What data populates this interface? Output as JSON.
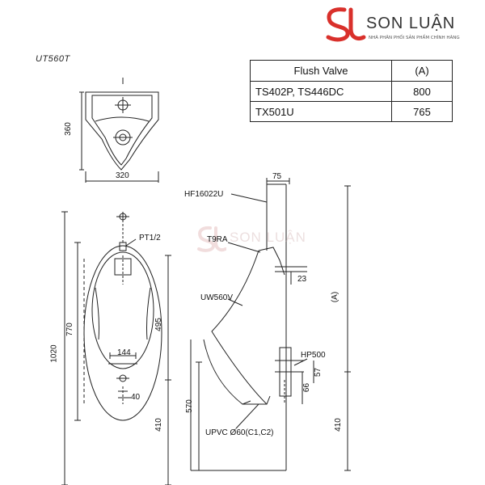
{
  "logo": {
    "brand": "SON LUẬN",
    "tagline": "NHÀ PHÂN PHỐI SẢN PHẨM CHÍNH HÃNG",
    "accent_color": "#d9302b"
  },
  "model_code": "UT560T",
  "flush_table": {
    "headers": [
      "Flush Valve",
      "(A)"
    ],
    "rows": [
      {
        "valve": "TS402P, TS446DC",
        "a": "800"
      },
      {
        "valve": "TX501U",
        "a": "765"
      }
    ]
  },
  "watermark": {
    "brand": "SON LUẬN"
  },
  "dimensions": {
    "top_height": "360",
    "top_width": "320",
    "front_770": "770",
    "front_1020": "1020",
    "front_495": "495",
    "front_144": "144",
    "front_40": "40",
    "front_410": "410",
    "side_75": "75",
    "side_23": "23",
    "side_a": "(A)",
    "side_57": "57",
    "side_66": "66",
    "side_570": "570",
    "side_410": "410"
  },
  "part_labels": {
    "pt": "PT1/2",
    "hf": "HF16022U",
    "t9ra": "T9RA",
    "uw": "UW560V",
    "hp": "HP500",
    "upvc": "UPVC Ø60(C1,C2)"
  }
}
